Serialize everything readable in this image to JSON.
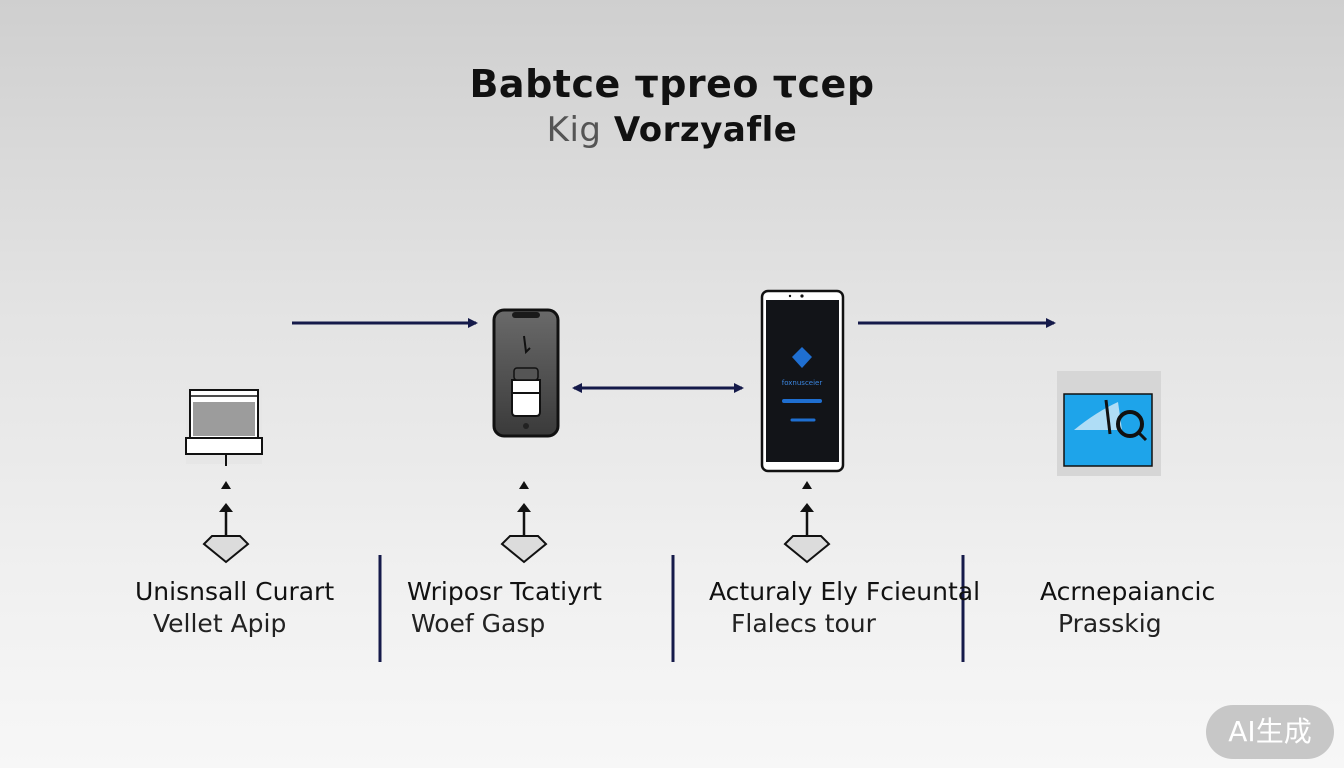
{
  "title": {
    "line1": "Babtce τpreo τcep",
    "line2_prefix": "Kig",
    "line2": "Vorzyafle"
  },
  "steps": [
    {
      "line1": "Unisnsall Curart",
      "line2": "Vellet Apip"
    },
    {
      "line1": "Wriposr Tcatiyrt",
      "line2": "Woef Gasp"
    },
    {
      "line1": "Acturaly Ely Fcieuntal",
      "line2": "Flalecs tour"
    },
    {
      "line1": "Acrnepaiancic",
      "line2": "Prasskig"
    }
  ],
  "phone_screen_text": "foxnusceier",
  "colors": {
    "arrow": "#151a4a",
    "phone_screen_blue": "#1f6fd1",
    "tile_blue": "#1ea4ea"
  },
  "icons": [
    "laptop-icon",
    "phone-icon",
    "smartphone-icon",
    "app-tile-icon"
  ],
  "badge": "AI生成"
}
